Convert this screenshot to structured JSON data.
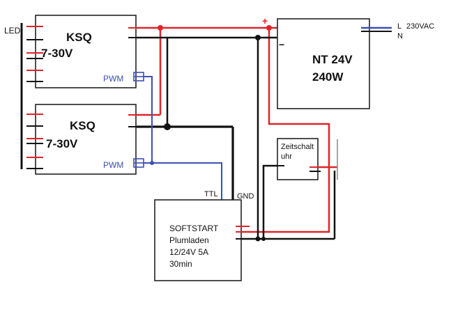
{
  "led_label": "LED",
  "ksq_top": {
    "name": "KSQ",
    "range": "7-30V",
    "pwm": "PWM"
  },
  "ksq_bottom": {
    "name": "KSQ",
    "range": "7-30V",
    "pwm": "PWM"
  },
  "psu": {
    "line1": "NT 24V",
    "line2": "240W",
    "plus": "+",
    "minus": "−"
  },
  "mains": {
    "l": "L",
    "voltage": "230VAC",
    "n": "N"
  },
  "timer": {
    "line1": "Zeitschalt",
    "line2": "uhr"
  },
  "softstart": {
    "line1": "SOFTSTART",
    "line2": "Plumladen",
    "line3": "12/24V 5A",
    "line4": "30min",
    "ttl": "TTL",
    "gnd": "GND"
  },
  "colors": {
    "positive": "#e0242a",
    "negative": "#111111",
    "pwm": "#3b4fb8"
  }
}
